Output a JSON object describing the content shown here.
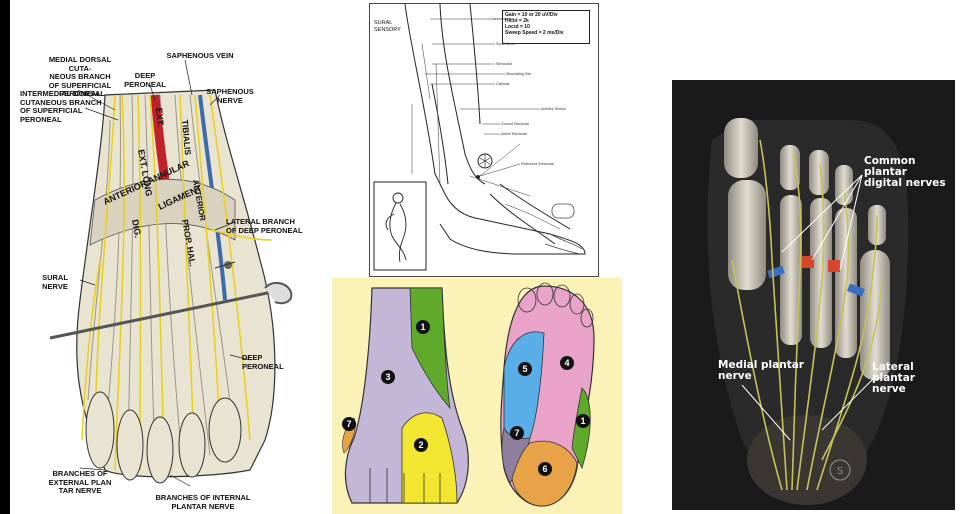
{
  "panels": {
    "anatomy": {
      "labels": {
        "medial_dorsal": "MEDIAL DORSAL CUTA-\nNEOUS BRANCH\nOF SUPERFICIAL\nPERONEAL",
        "intermedial": "INTERMEDIAL DORSAL\nCUTANEOUS BRANCH\nOF SUPERFICIAL\nPERONEAL",
        "deep_peroneal_top": "DEEP\nPERONEAL",
        "saphenous_vein": "SAPHENOUS VEIN",
        "saphenous_nerve": "SAPHENOUS\nNERVE",
        "lateral_branch": "LATERAL BRANCH\nOF DEEP PERONEAL",
        "sural_nerve": "SURAL\nNERVE",
        "deep_peroneal_bottom": "DEEP\nPERONEAL",
        "branches_external": "BRANCHES OF\nEXTERNAL PLAN\nTAR NERVE",
        "branches_internal": "BRANCHES OF INTERNAL\nPLANTAR NERVE",
        "ext_long": "EXT. LONG",
        "ext": "EXT.",
        "tibialis": "TIBIALIS",
        "anterior_annular": "ANTERIOR ANNULAR",
        "ligament": "LIGAMENT",
        "dig": "DIG.",
        "prop_hal": "PROP. HAL.",
        "anterior": "ANTERIOR"
      }
    },
    "sural_sensory": {
      "title": "SURAL\nSENSORY",
      "settings": [
        "Gain = 10 or 20 uV/Div",
        "Hicut = 2k",
        "Locut = 10",
        "Sweep Speed = 2 ms/Div"
      ],
      "small_labels": [
        "Gastrocnemius",
        "Sural Nerve",
        "Stimulator",
        "Stimulating Site",
        "Cathode",
        "Achilles Tendon",
        "Ground Electrode",
        "Active Electrode",
        "Reference Electrode"
      ]
    },
    "dermatome": {
      "zones": [
        "1",
        "2",
        "3",
        "4",
        "5",
        "6",
        "7",
        "1",
        "7"
      ]
    },
    "plantar": {
      "labels": {
        "common": "Common plantar\ndigital nerves",
        "medial": "Medial plantar\nnerve",
        "lateral": "Lateral plantar\nnerve"
      }
    }
  },
  "colors": {
    "nerve_yellow": "#e8d21c",
    "zone_green": "#5fa92b",
    "zone_lavender": "#c3b6d6",
    "zone_yellow": "#f2e630",
    "zone_pink": "#e9a3c8",
    "zone_blue": "#5aaee8",
    "zone_orange": "#e8a248",
    "zone_purple": "#8e7f9f",
    "panel_bg_cream": "#fbf2b8",
    "photo_bg": "#1a1a1a"
  }
}
